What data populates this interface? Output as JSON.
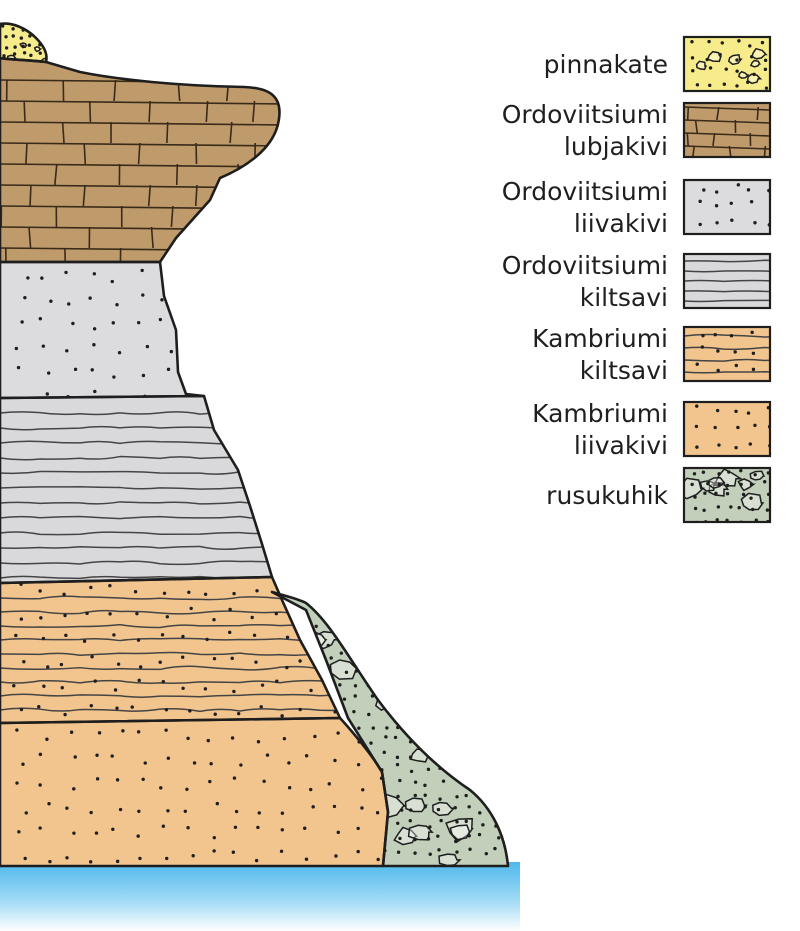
{
  "colors": {
    "topsoil": "#f6ec8c",
    "limestone": "#bf9b6c",
    "sandstone_grey": "#dcdcdf",
    "clay_grey": "#d9d9dc",
    "clay_cambrian": "#f2c58f",
    "sandstone_cambrian": "#f2c58f",
    "scree": "#c2d0bb",
    "water": "#5fc3ef",
    "outline": "#1e1e1e"
  },
  "legend": [
    {
      "key": "topsoil",
      "pattern": "blobs",
      "lines": [
        "pinnakate"
      ]
    },
    {
      "key": "limestone",
      "pattern": "bricks",
      "lines": [
        "Ordoviitsiumi",
        "lubjakivi"
      ]
    },
    {
      "key": "sandstone_grey",
      "pattern": "dots",
      "lines": [
        "Ordoviitsiumi",
        "liivakivi"
      ]
    },
    {
      "key": "clay_grey",
      "pattern": "lines",
      "lines": [
        "Ordoviitsiumi",
        "kiltsavi"
      ]
    },
    {
      "key": "clay_cambrian",
      "pattern": "lines-dots",
      "lines": [
        "Kambriumi",
        "kiltsavi"
      ]
    },
    {
      "key": "sandstone_cambrian",
      "pattern": "dots",
      "lines": [
        "Kambriumi",
        "liivakivi"
      ]
    },
    {
      "key": "scree",
      "pattern": "rubble",
      "lines": [
        "rusukuhik"
      ]
    }
  ]
}
